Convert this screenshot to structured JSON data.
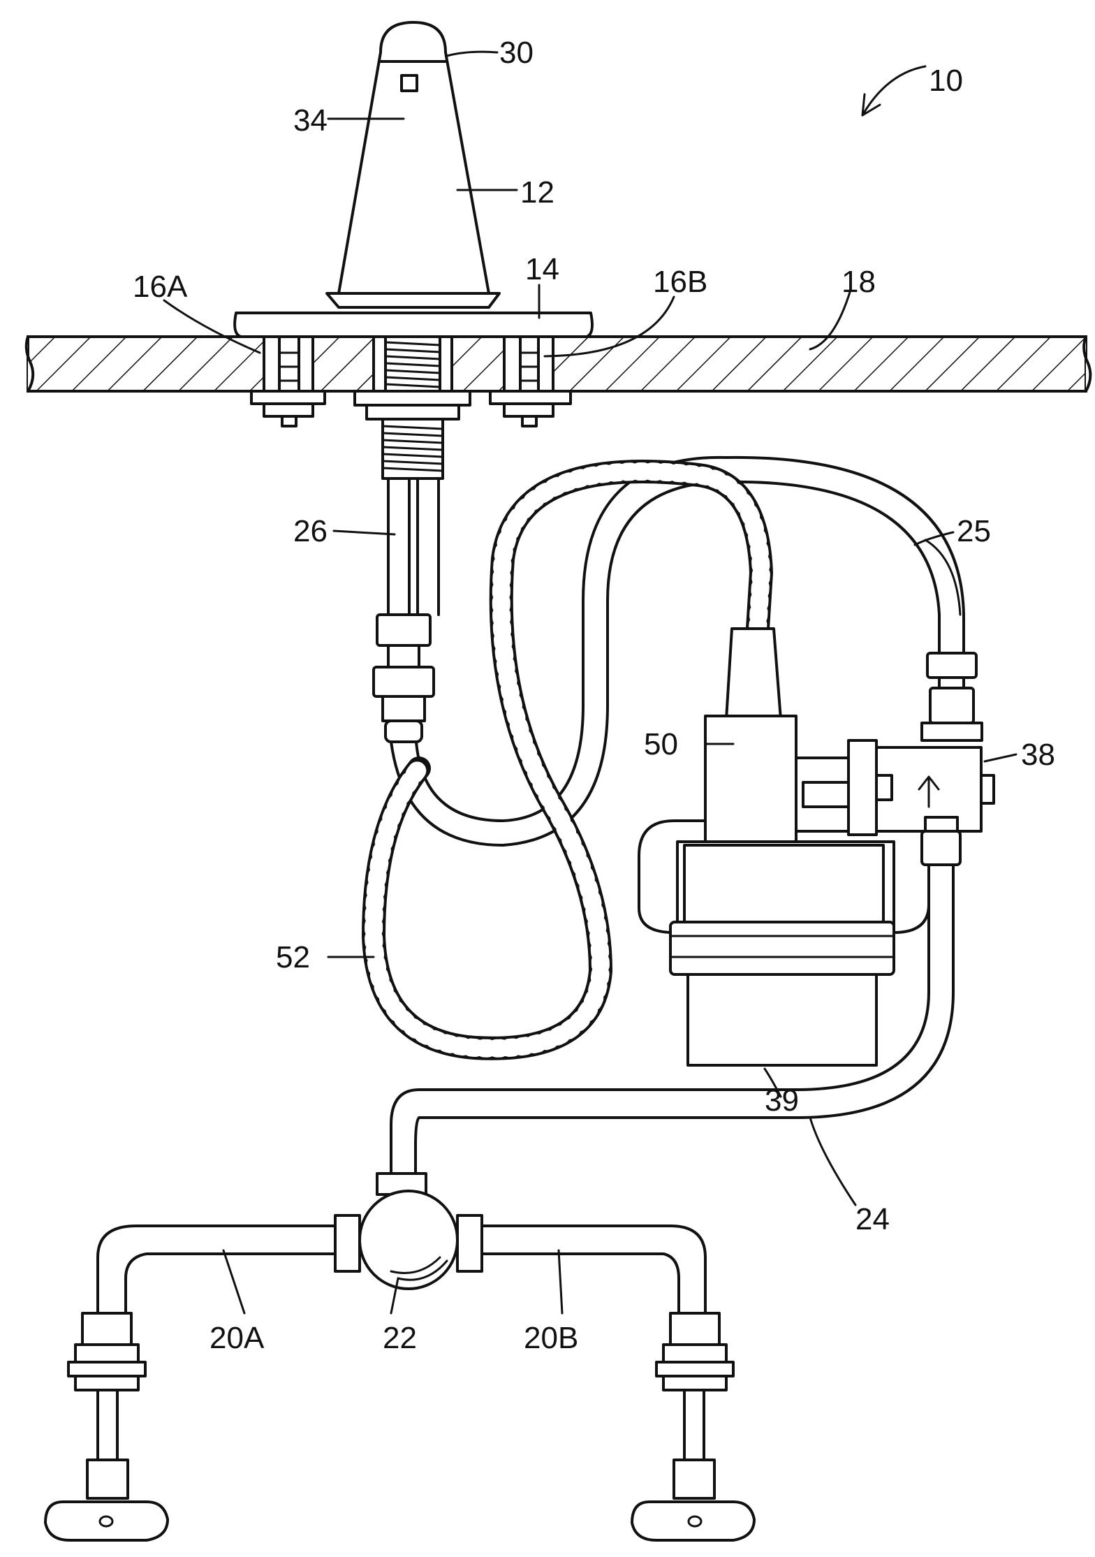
{
  "labels": {
    "assembly": "10",
    "spout": "12",
    "base": "14",
    "bolt_left": "16A",
    "bolt_right": "16B",
    "deck": "18",
    "supply_left": "20A",
    "supply_right": "20B",
    "mixing_valve": "22",
    "supply_line": "24",
    "outlet_tube": "25",
    "spout_tube": "26",
    "sensor_window": "30",
    "sensor": "34",
    "valve_housing": "38",
    "power_module": "39",
    "controller": "50",
    "cable": "52"
  }
}
